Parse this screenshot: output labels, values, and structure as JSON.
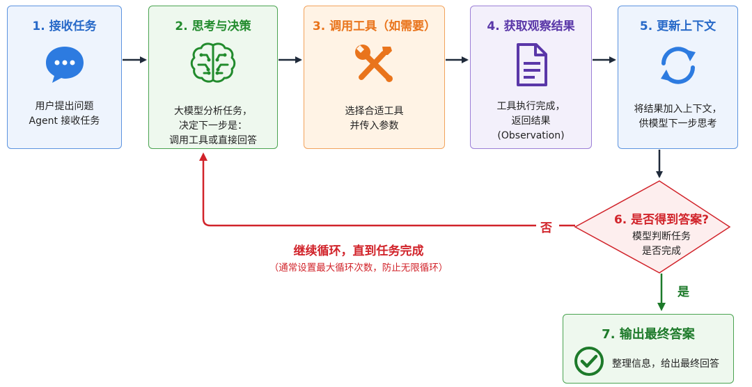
{
  "steps": [
    {
      "title": "1. 接收任务",
      "lines": [
        "用户提出问题",
        "Agent 接收任务"
      ],
      "icon": "chat-bubble-icon",
      "color": "#2769c8"
    },
    {
      "title": "2. 思考与决策",
      "lines": [
        "大模型分析任务，",
        "决定下一步是：",
        "调用工具或直接回答"
      ],
      "icon": "brain-icon",
      "color": "#228b2d"
    },
    {
      "title": "3. 调用工具（如需要）",
      "lines": [
        "选择合适工具",
        "并传入参数"
      ],
      "icon": "tools-icon",
      "color": "#e9741c"
    },
    {
      "title": "4. 获取观察结果",
      "lines": [
        "工具执行完成，",
        "返回结果",
        "(Observation)"
      ],
      "icon": "document-icon",
      "color": "#5a37a8"
    },
    {
      "title": "5. 更新上下文",
      "lines": [
        "将结果加入上下文，",
        "供模型下一步思考"
      ],
      "icon": "refresh-icon",
      "color": "#2769c8"
    }
  ],
  "decision": {
    "title": "6. 是否得到答案?",
    "lines": [
      "模型判断任务",
      "是否完成"
    ],
    "no_label": "否",
    "yes_label": "是"
  },
  "final": {
    "title": "7. 输出最终答案",
    "desc": "整理信息，给出最终回答",
    "icon": "check-circle-icon"
  },
  "loop": {
    "label": "继续循环，直到任务完成",
    "note": "（通常设置最大循环次数，防止无限循环）"
  },
  "colors": {
    "loop": "#d1232a",
    "yes": "#1d7a2a",
    "arrow": "#1f2a3a"
  }
}
